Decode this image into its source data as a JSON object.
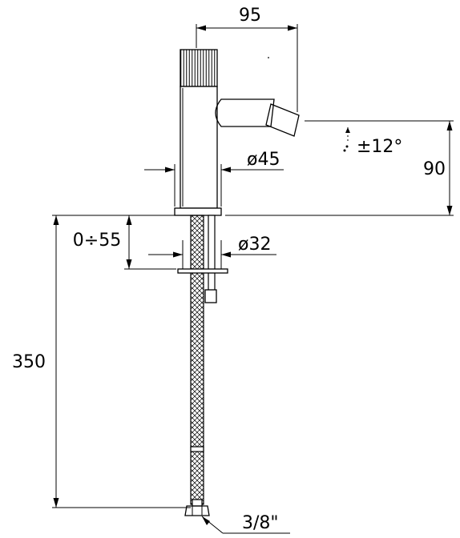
{
  "dimensions": {
    "spout_reach": "95",
    "spout_height": "90",
    "swivel_angle": "±12°",
    "body_diameter": "ø45",
    "deck_thickness": "0÷55",
    "hole_diameter": "ø32",
    "hose_length": "350",
    "hose_thread": "3/8\""
  },
  "colors": {
    "line": "#000000",
    "background": "#ffffff"
  }
}
